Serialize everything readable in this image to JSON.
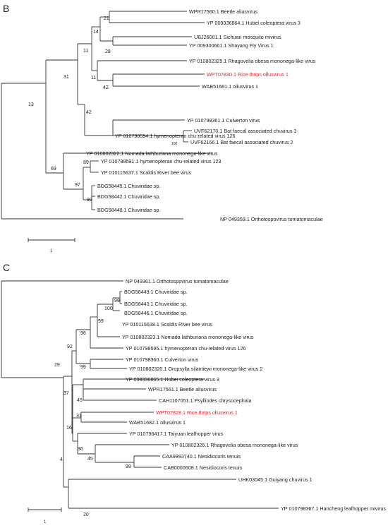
{
  "panels": [
    {
      "letter": "B",
      "taxa": [
        "WPR17560.1 Beetle aliusvirus",
        "YP 009336864.1 Hubei coleoptera virus 3",
        "UBJ26001.1 Sichuan mosquito mivirus",
        "YP 009300661.1 Shayang Fly Virus 1",
        "YP 010802325.1 Rhagovelia obesa mononega-like virus",
        "WPT07830.1 Rice thrips ollusvirus 1",
        "WAB51681.1 ollusvirus 1",
        "YP 010798361.1 Culverton virus",
        "UVF62170.1 Bat faecal associated chuvirus 3",
        "UVF62166.1 Bat faecal associated chuvirus 2",
        "YP 010798594.1 hymenopteran chu-related virus 126",
        "YP 010802322.1 Nomada lathburiana mononega-like virus",
        "YP 010798591.1 hymenopteran chu-related virus 123",
        "YP 010115637.1 Scaldis River bee virus",
        "BDG58445.1 Chuviridae sp.",
        "BDG58442.1 Chuviridae sp.",
        "BDG58448.1 Chuviridae sp.",
        "NP 049359.1 Orthotospovirus tomatomaculae"
      ],
      "supports": [
        "21",
        "14",
        "28",
        "11",
        "11",
        "42",
        "31",
        "42",
        "100",
        "13",
        "89",
        "69",
        "97",
        "99"
      ],
      "scale_label": "1"
    },
    {
      "letter": "C",
      "taxa": [
        "NP 049361.1 Orthotospovirus tomatomaculae",
        "BDG58449.1 Chuviridae sp.",
        "BDG58443.1 Chuviridae sp.",
        "BDG58446.1 Chuviridae sp.",
        "YP 010115638.1 Scaldis River bee virus",
        "YP 010802323.1 Nomada lathburiana mononega-like virus",
        "YP 010798595.1 hymenopteran chu-related virus 126",
        "YP 010798360.1 Culverton virus",
        "YP 010802320.1 Oropsylla silantiewi mononega-like virus 2",
        "YP 009336865.1 Hubei coleoptera virus 3",
        "WPR17561.1 Beetle aliusvirus",
        "CAH1107051.1 Psylliodes chrysocephala",
        "WPT07828.1 Rice thrips ollusvirus 1",
        "WAB51682.1 ollusvirus 1",
        "YP 010796417.1 Taiyuan leafhopper virus",
        "YP 010802326.1 Rhagovelia obesa mononega-like virus",
        "CAA9993740.1 Nesidiocoris tenuis",
        "CAB0000608.1 Nesidiocoris tenuis",
        "UHK03045.1 Guiyang chuvirus 1",
        "YP 010798367.1 Hancheng leafhopper mivirus"
      ],
      "supports": [
        "99",
        "100",
        "99",
        "98",
        "92",
        "99",
        "29",
        "37",
        "45",
        "31",
        "16",
        "36",
        "45",
        "99",
        "4",
        "20"
      ],
      "scale_label": "1"
    }
  ],
  "colors": {
    "line": "#333333",
    "text": "#222222",
    "highlight": "#e0262a"
  }
}
